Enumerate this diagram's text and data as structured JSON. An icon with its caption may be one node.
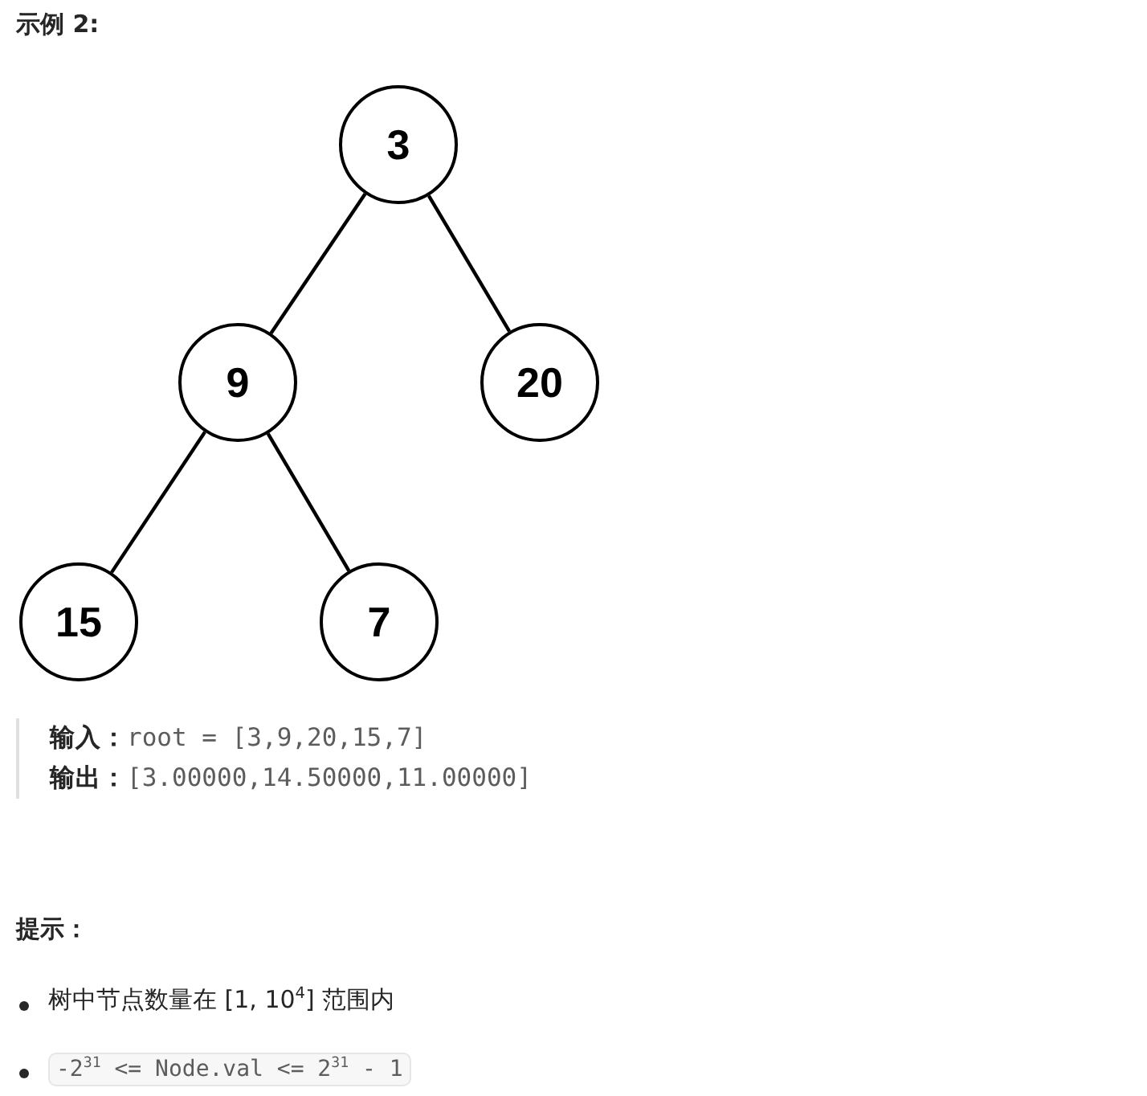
{
  "diagram": {
    "title": "示例 2:",
    "nodes": [
      {
        "text": [
          "3"
        ]
      },
      {
        "text": [
          "9"
        ]
      },
      {
        "text": [
          "20"
        ]
      },
      {
        "text": [
          "15"
        ]
      },
      {
        "text": [
          "7"
        ]
      }
    ],
    "edges": [
      {
        "from": 0,
        "to": 1,
        "arrow": "none"
      },
      {
        "from": 0,
        "to": 2,
        "arrow": "none"
      },
      {
        "from": 1,
        "to": 3,
        "arrow": "none"
      },
      {
        "from": 1,
        "to": 4,
        "arrow": "none"
      }
    ],
    "labels": [
      "**输入：**root = [3,9,20,15,7]",
      "**输出：**[3.00000,14.50000,11.00000]",
      "提示：",
      "树中节点数量在 [1, 10$^{4}$] 范围内",
      "-2$^{31}$ <= Node.val <= 2$^{31}$ - 1"
    ]
  }
}
